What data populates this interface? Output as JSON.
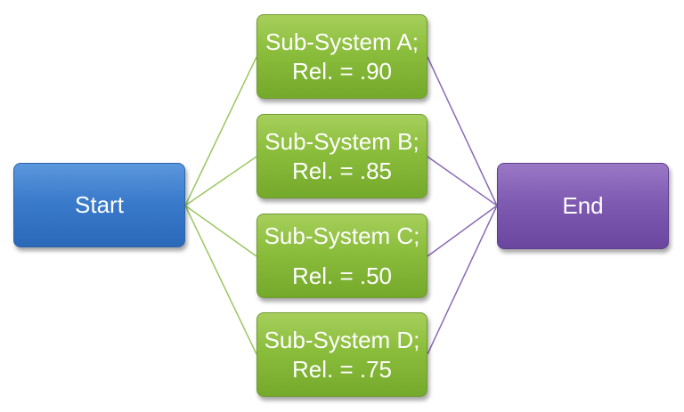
{
  "start": {
    "label": "Start"
  },
  "end": {
    "label": "End"
  },
  "subsystems": [
    {
      "name": "Sub-System A;",
      "rel": "Rel. = .90"
    },
    {
      "name": "Sub-System B;",
      "rel": "Rel. = .85"
    },
    {
      "name": "Sub-System C;",
      "rel": "Rel. = .50"
    },
    {
      "name": "Sub-System D;",
      "rel": "Rel. = .75"
    }
  ],
  "colors": {
    "start": "#3b7bcb",
    "end": "#7f5bb2",
    "subsystem": "#8bbd3c",
    "left_connector": "#9bc760",
    "right_connector": "#8a6bb5"
  }
}
